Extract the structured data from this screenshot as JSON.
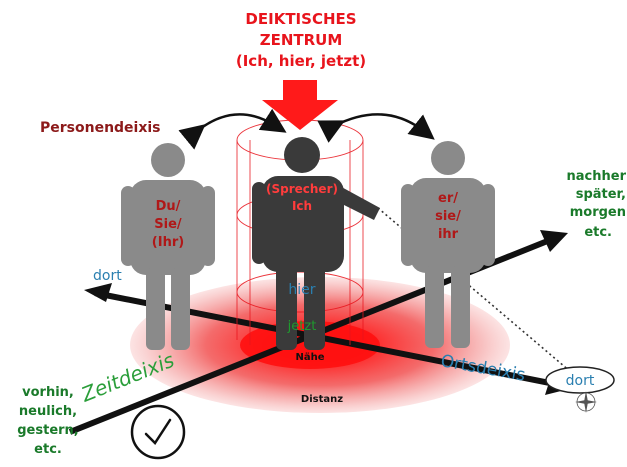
{
  "title": {
    "line1": "DEIKTISCHES",
    "line2": "ZENTRUM",
    "line3": "(Ich, hier, jetzt)"
  },
  "personendeixis": "Personendeixis",
  "persons": {
    "left": [
      "Du/",
      "Sie/",
      "(Ihr)"
    ],
    "center": [
      "(Sprecher)",
      "Ich"
    ],
    "right": [
      "er/",
      "sie/",
      "ihr"
    ]
  },
  "center_labels": {
    "hier": "hier",
    "jetzt": "jetzt",
    "naehe": "Nähe",
    "distanz": "Distanz"
  },
  "place": {
    "dort_left": "dort",
    "dort_right": "dort",
    "ortsdeixis": "Ortsdeixis"
  },
  "time": {
    "zeitdeixis": "Zeitdeixis",
    "past": [
      "vorhin,",
      "neulich,",
      "gestern,",
      "etc."
    ],
    "future": [
      "nachher",
      "später,",
      "morgen",
      "etc."
    ]
  },
  "colors": {
    "red_accent": "#e8141c",
    "person_gray": "#8a8a8a",
    "speaker_dark": "#3a3a3a",
    "green": "#1f9a2e",
    "blue": "#2a7fb0"
  }
}
